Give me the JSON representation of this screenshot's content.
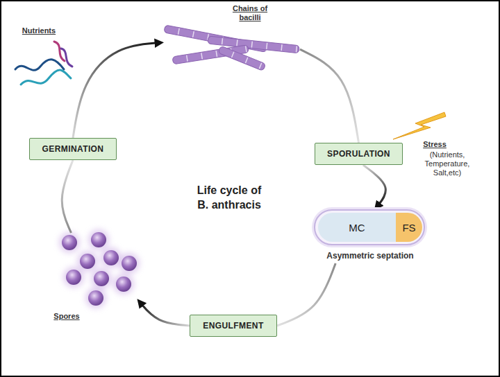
{
  "diagram": {
    "title": "Life cycle of B. anthracis",
    "nodes": [
      {
        "text": [
          "Chains of bacilli"
        ]
      },
      {
        "text": [
          "GERMINATION"
        ]
      },
      {
        "text": [
          "SPORULATION"
        ]
      },
      {
        "text": [
          "Asymmetric septation"
        ]
      },
      {
        "text": [
          "MC"
        ],
        "in": 3
      },
      {
        "text": [
          "FS"
        ],
        "in": 3
      },
      {
        "text": [
          "ENGULFMENT"
        ]
      },
      {
        "text": [
          "Spores"
        ]
      }
    ],
    "edges": [
      {
        "from": 1,
        "to": 0,
        "arrow": "to"
      },
      {
        "from": 0,
        "to": 2,
        "arrow": "none"
      },
      {
        "from": 2,
        "to": 3,
        "arrow": "to"
      },
      {
        "from": 3,
        "to": 6,
        "arrow": "none"
      },
      {
        "from": 6,
        "to": 7,
        "arrow": "to"
      },
      {
        "from": 7,
        "to": 1,
        "arrow": "none"
      }
    ],
    "labels": [
      "Nutrients",
      "Stress",
      "(Nutrients, Temperature, Salt,etc)"
    ]
  }
}
